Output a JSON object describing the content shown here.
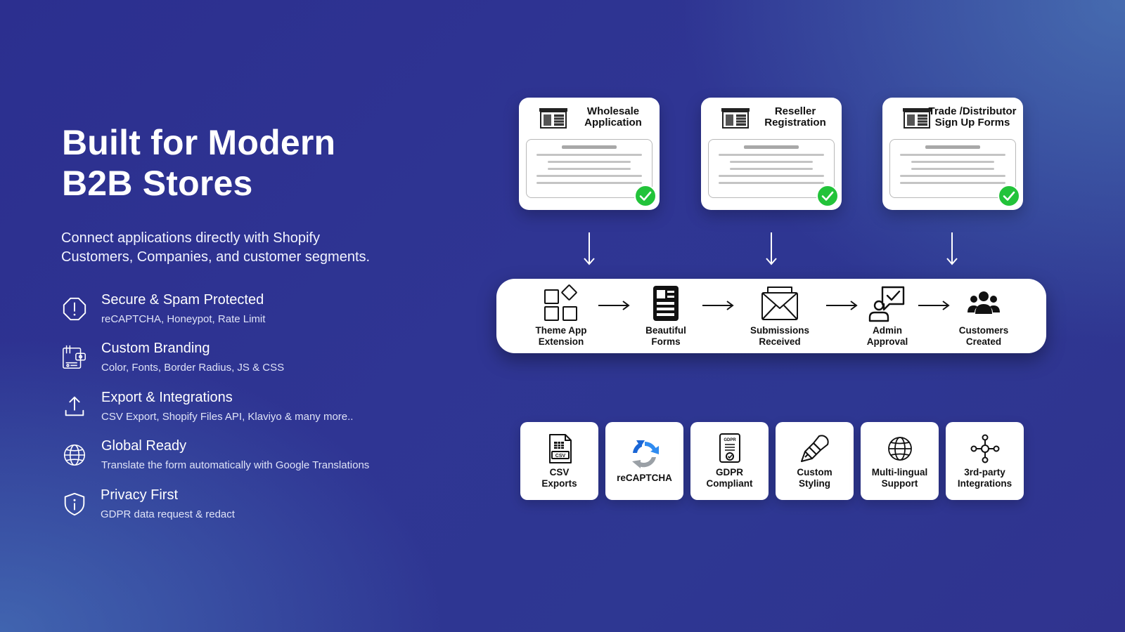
{
  "headline": {
    "line1": "Built for Modern",
    "line2": "B2B Stores"
  },
  "subline": {
    "line1": "Connect applications directly with Shopify",
    "line2": "Customers, Companies, and customer segments."
  },
  "features": [
    {
      "title": "Secure & Spam Protected",
      "desc": "reCAPTCHA, Honeypot, Rate Limit",
      "icon": "alert-circle-icon"
    },
    {
      "title": "Custom Branding",
      "desc": "Color, Fonts, Border Radius, JS & CSS",
      "icon": "branding-icon"
    },
    {
      "title": "Export & Integrations",
      "desc": "CSV Export, Shopify Files API, Klaviyo & many more..",
      "icon": "upload-icon"
    },
    {
      "title": "Global Ready",
      "desc": "Translate the form automatically with Google Translations",
      "icon": "globe-icon"
    },
    {
      "title": "Privacy First",
      "desc": "GDPR data request & redact",
      "icon": "shield-icon"
    }
  ],
  "form_cards": [
    {
      "line1": "Wholesale",
      "line2": "Application",
      "icon": "storefront-icon",
      "status": "check-icon"
    },
    {
      "line1": "Reseller",
      "line2": "Registration",
      "icon": "storefront-icon",
      "status": "check-icon"
    },
    {
      "line1": "Trade /Distributor",
      "line2": "Sign Up Forms",
      "icon": "storefront-icon",
      "status": "check-icon"
    }
  ],
  "flow_steps": [
    {
      "line1": "Theme App",
      "line2": "Extension",
      "icon": "app-blocks-icon"
    },
    {
      "line1": "Beautiful",
      "line2": "Forms",
      "icon": "form-document-icon"
    },
    {
      "line1": "Submissions",
      "line2": "Received",
      "icon": "envelope-icon"
    },
    {
      "line1": "Admin",
      "line2": "Approval",
      "icon": "user-approve-icon"
    },
    {
      "line1": "Customers",
      "line2": "Created",
      "icon": "users-icon"
    }
  ],
  "tiles": [
    {
      "line1": "CSV",
      "line2": "Exports",
      "icon": "csv-file-icon",
      "icon_text": "CSV"
    },
    {
      "line1": "reCAPTCHA",
      "line2": "",
      "icon": "recaptcha-icon"
    },
    {
      "line1": "GDPR",
      "line2": "Compliant",
      "icon": "gdpr-document-icon",
      "icon_text": "GDPR"
    },
    {
      "line1": "Custom",
      "line2": "Styling",
      "icon": "paintbrush-icon"
    },
    {
      "line1": "Multi-lingual",
      "line2": "Support",
      "icon": "globe-icon"
    },
    {
      "line1": "3rd-party",
      "line2": "Integrations",
      "icon": "network-icon"
    }
  ],
  "colors": {
    "check_green": "#22c33a",
    "icon_dark": "#111111",
    "recaptcha_blue": "#2f8bf0",
    "recaptcha_gray": "#9aa0a6"
  }
}
